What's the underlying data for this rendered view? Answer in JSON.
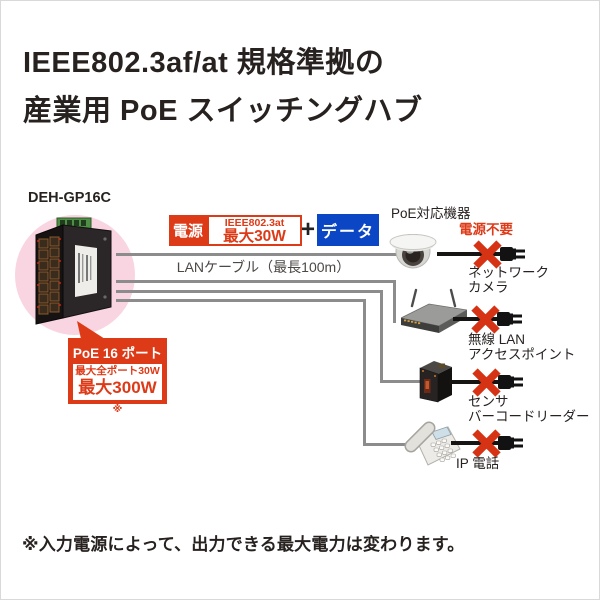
{
  "title": {
    "line1": "IEEE802.3af/at 規格準拠の",
    "line2": "産業用 PoE スイッチングハブ"
  },
  "switch": {
    "model": "DEH-GP16C"
  },
  "cable_labels": {
    "power_badge": "電源",
    "standard": "IEEE802.3at",
    "max_per_port": "最大30W",
    "plus": "+",
    "data_badge": "データ",
    "lan_cable": "LANケーブル（最長100m）"
  },
  "poe_bubble": {
    "title": "PoE 16 ポート",
    "line1": "最大全ポート30W",
    "line2": "最大300W",
    "note_mark": "※"
  },
  "right_column": {
    "header": "PoE対応機器",
    "no_power": "電源不要",
    "devices": [
      {
        "icon": "network-camera-icon",
        "label": "ネットワーク\nカメラ"
      },
      {
        "icon": "wireless-ap-icon",
        "label": "無線 LAN\nアクセスポイント"
      },
      {
        "icon": "barcode-sensor-icon",
        "label": "センサ\nバーコードリーダー"
      },
      {
        "icon": "ip-phone-icon",
        "label": "IP 電話"
      }
    ]
  },
  "footnote": "※入力電源によって、出力できる最大電力は変わります。",
  "colors": {
    "accent_red": "#dd3a17",
    "accent_blue": "#0b47c4",
    "highlight_pink": "#f8d5e1",
    "wire_gray": "#8c8c8c"
  }
}
